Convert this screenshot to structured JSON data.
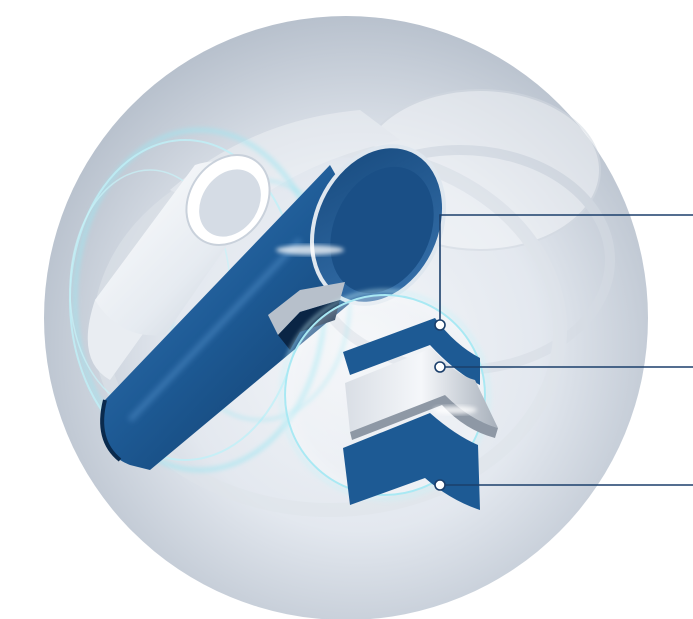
{
  "colors": {
    "background": "#ffffff",
    "disc_light": "#eef1f6",
    "disc_dark": "#b9c2cf",
    "pipe_blue_dark": "#0f3a66",
    "pipe_blue_mid": "#1d5a94",
    "pipe_blue_light": "#3f7fbe",
    "pipe_white": "#eef2f6",
    "pipe_grey": "#aeb6c0",
    "glow_ring": "#9fe6f2",
    "callout_line": "#1b3f6b",
    "callout_dot": "#ffffff"
  },
  "callouts": [
    {
      "id": "outer-layer"
    },
    {
      "id": "middle-layer"
    },
    {
      "id": "inner-layer"
    }
  ]
}
